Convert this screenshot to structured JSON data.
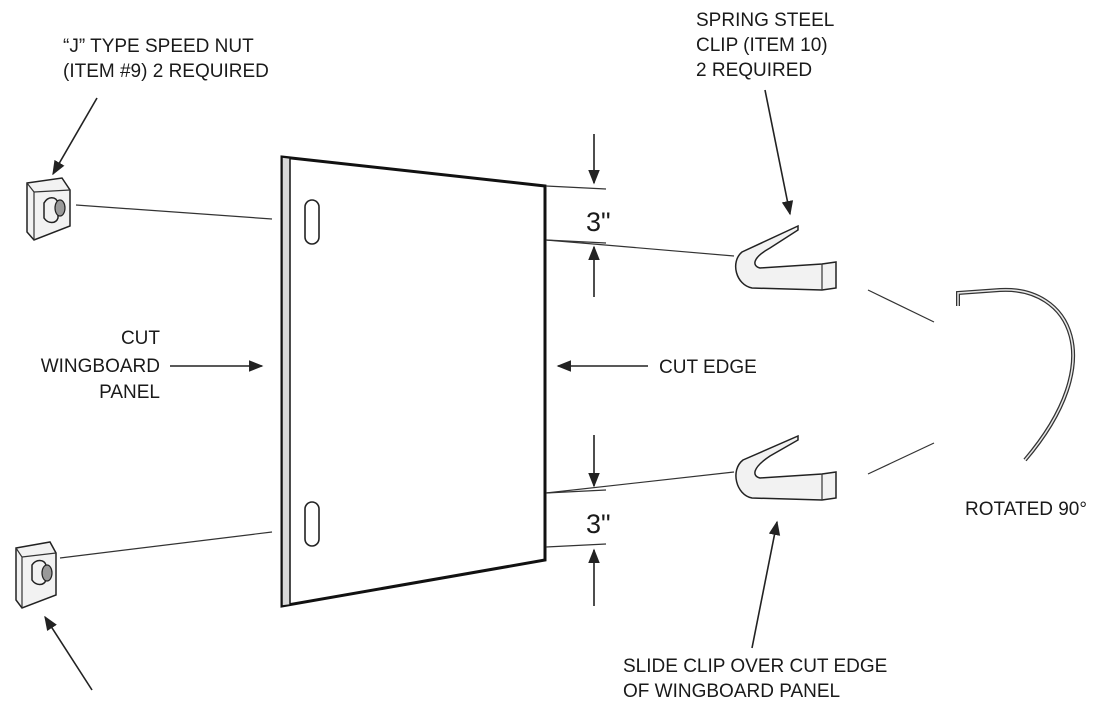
{
  "labels": {
    "speed_nut_line1": "“J” TYPE SPEED NUT",
    "speed_nut_line2": "(ITEM #9) 2 REQUIRED",
    "spring_clip_line1": "SPRING STEEL",
    "spring_clip_line2": "CLIP (ITEM 10)",
    "spring_clip_line3": "2 REQUIRED",
    "panel_line1": "CUT",
    "panel_line2": "WINGBOARD",
    "panel_line3": "PANEL",
    "cut_edge": "CUT EDGE",
    "rotated": "ROTATED 90°",
    "slide_clip_line1": "SLIDE CLIP OVER CUT EDGE",
    "slide_clip_line2": "OF WINGBOARD PANEL",
    "dim_top": "3\"",
    "dim_bottom": "3\""
  }
}
